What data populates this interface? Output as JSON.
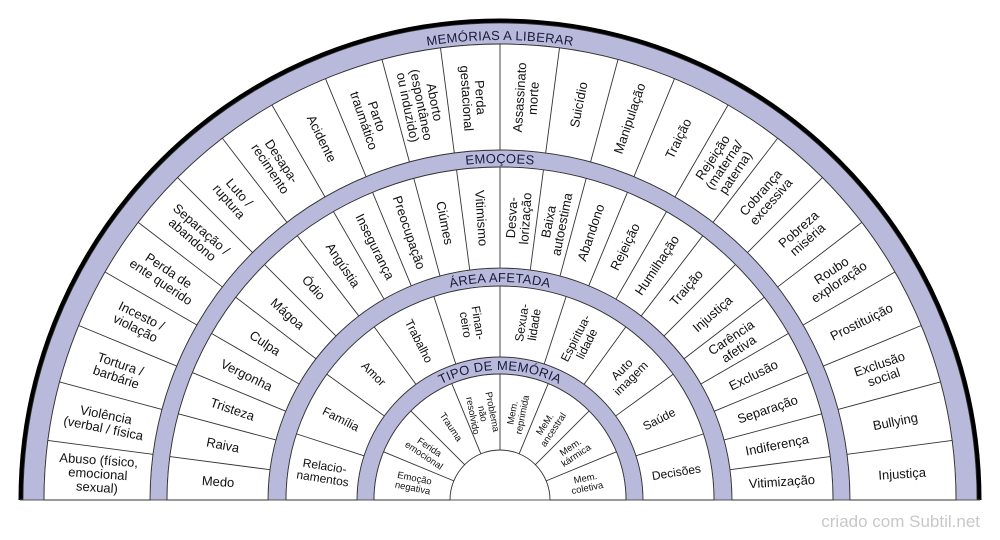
{
  "colors": {
    "band": "#b9b9dc",
    "border": "#000000",
    "line": "#333333",
    "fill": "#ffffff"
  },
  "bands": [
    {
      "title": "MEMÓRIAS A LIBERAR"
    },
    {
      "title": "EMOÇOES"
    },
    {
      "title": "ÁREA AFETADA"
    },
    {
      "title": "TIPO DE MEMÓRIA"
    }
  ],
  "rings": [
    {
      "name": "memorias",
      "items": [
        {
          "lines": [
            "Abuso (físico,",
            "emocional",
            "sexual)"
          ]
        },
        {
          "lines": [
            "Violência",
            "(verbal / física"
          ]
        },
        {
          "lines": [
            "Tortura /",
            "barbárie"
          ]
        },
        {
          "lines": [
            "Incesto /",
            "violação"
          ]
        },
        {
          "lines": [
            "Perda de",
            "ente querido"
          ]
        },
        {
          "lines": [
            "Separação /",
            "abandono"
          ]
        },
        {
          "lines": [
            "Luto /",
            "ruptura"
          ]
        },
        {
          "lines": [
            "Desapa-",
            "recimento"
          ]
        },
        {
          "lines": [
            "Acidente"
          ]
        },
        {
          "lines": [
            "Parto",
            "traumático"
          ]
        },
        {
          "lines": [
            "Aborto",
            "(espontâneo",
            "ou induzido)"
          ]
        },
        {
          "lines": [
            "Perda",
            "gestacional"
          ]
        },
        {
          "lines": [
            "Assassinato",
            "morte"
          ]
        },
        {
          "lines": [
            "Suicídio"
          ]
        },
        {
          "lines": [
            "Manipulação"
          ]
        },
        {
          "lines": [
            "Traição"
          ]
        },
        {
          "lines": [
            "Rejeição",
            "(materna/",
            "paterna)"
          ]
        },
        {
          "lines": [
            "Cobrança",
            "excessiva"
          ]
        },
        {
          "lines": [
            "Pobreza",
            "miséria"
          ]
        },
        {
          "lines": [
            "Roubo",
            "exploração"
          ]
        },
        {
          "lines": [
            "Prostituição"
          ]
        },
        {
          "lines": [
            "Exclusão",
            "social"
          ]
        },
        {
          "lines": [
            "Bullying"
          ]
        },
        {
          "lines": [
            "Injustiça"
          ]
        }
      ]
    },
    {
      "name": "emocoes",
      "items": [
        {
          "lines": [
            "Medo"
          ]
        },
        {
          "lines": [
            "Raiva"
          ]
        },
        {
          "lines": [
            "Tristeza"
          ]
        },
        {
          "lines": [
            "Vergonha"
          ]
        },
        {
          "lines": [
            "Culpa"
          ]
        },
        {
          "lines": [
            "Mágoa"
          ]
        },
        {
          "lines": [
            "Ódio"
          ]
        },
        {
          "lines": [
            "Angústia"
          ]
        },
        {
          "lines": [
            "Insegurança"
          ]
        },
        {
          "lines": [
            "Preocupação"
          ]
        },
        {
          "lines": [
            "Ciúmes"
          ]
        },
        {
          "lines": [
            "Vitimismo"
          ]
        },
        {
          "lines": [
            "Desva-",
            "lorização"
          ]
        },
        {
          "lines": [
            "Baixa",
            "autoestima"
          ]
        },
        {
          "lines": [
            "Abandono"
          ]
        },
        {
          "lines": [
            "Rejeição"
          ]
        },
        {
          "lines": [
            "Humilhação"
          ]
        },
        {
          "lines": [
            "Traição"
          ]
        },
        {
          "lines": [
            "Injustiça"
          ]
        },
        {
          "lines": [
            "Carência",
            "afetiva"
          ]
        },
        {
          "lines": [
            "Exclusão"
          ]
        },
        {
          "lines": [
            "Separação"
          ]
        },
        {
          "lines": [
            "Indiferença"
          ]
        },
        {
          "lines": [
            "Vitimização"
          ]
        }
      ]
    },
    {
      "name": "area-afetada",
      "items": [
        {
          "lines": [
            "Relacio-",
            "namentos"
          ]
        },
        {
          "lines": [
            "Família"
          ]
        },
        {
          "lines": [
            "Amor"
          ]
        },
        {
          "lines": [
            "Trabalho"
          ]
        },
        {
          "lines": [
            "Finan-",
            "ceiro"
          ]
        },
        {
          "lines": [
            "Sexua-",
            "lidade"
          ]
        },
        {
          "lines": [
            "Espiritua-",
            "lidade"
          ]
        },
        {
          "lines": [
            "Auto",
            "imagem"
          ]
        },
        {
          "lines": [
            "Saúde"
          ]
        },
        {
          "lines": [
            "Decisões"
          ]
        }
      ]
    },
    {
      "name": "tipo-de-memoria",
      "items": [
        {
          "lines": [
            "Emoção",
            "negativa"
          ]
        },
        {
          "lines": [
            "Ferida",
            "emocional"
          ]
        },
        {
          "lines": [
            "Trauma"
          ]
        },
        {
          "lines": [
            "Problema",
            "não",
            "resolvido"
          ]
        },
        {
          "lines": [
            "Mem.",
            "reprimida"
          ]
        },
        {
          "lines": [
            "MeM.",
            "ancestral"
          ]
        },
        {
          "lines": [
            "Mem.",
            "kármica"
          ]
        },
        {
          "lines": [
            "Mem.",
            "coletiva"
          ]
        }
      ]
    }
  ],
  "footer": {
    "text": "criado com Subtil.net"
  }
}
